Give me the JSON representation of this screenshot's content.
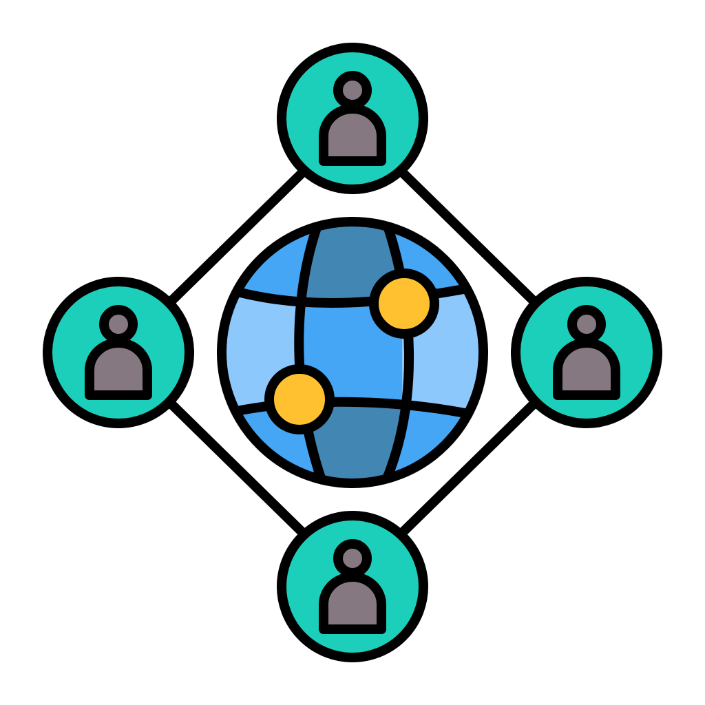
{
  "icon": {
    "name": "global-network-icon",
    "colors": {
      "outline": "#000000",
      "background": "#ffffff",
      "user_circle": "#1ccfba",
      "user_figure": "#857880",
      "globe_light": "#8cc8fc",
      "globe_medium": "#45a6f5",
      "globe_dark": "#4286b4",
      "node_dot": "#ffc12f"
    },
    "users": [
      "top",
      "left",
      "right",
      "bottom"
    ],
    "network_nodes": 2
  }
}
